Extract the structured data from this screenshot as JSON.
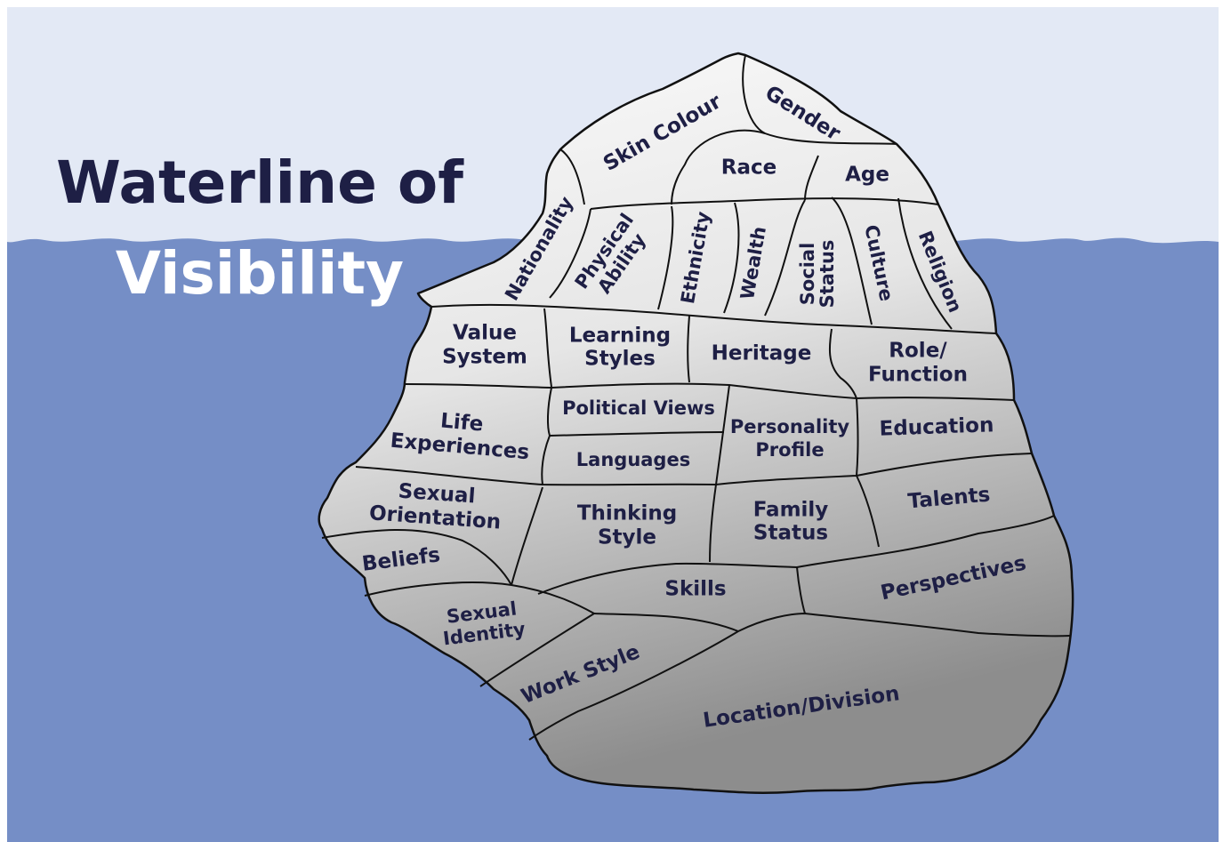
{
  "title": {
    "line1": "Waterline of",
    "line2": "Visibility"
  },
  "colors": {
    "sky": "#e3e9f5",
    "water": "#758ec6",
    "title_above_water": "#1e1f45",
    "title_below_water": "#ffffff",
    "label_text": "#1e1f45",
    "iceberg_light": "#fbfbfb",
    "iceberg_dark": "#8d8d8d",
    "outline": "#111111"
  },
  "iceberg": {
    "above_waterline": [
      "Skin Colour",
      "Gender",
      "Race",
      "Age",
      "Nationality",
      "Physical Ability",
      "Ethnicity",
      "Wealth",
      "Social Status",
      "Culture",
      "Religion"
    ],
    "below_waterline": [
      "Value System",
      "Learning Styles",
      "Heritage",
      "Role/ Function",
      "Political Views",
      "Life Experiences",
      "Personality Profile",
      "Education",
      "Languages",
      "Sexual Orientation",
      "Thinking Style",
      "Family Status",
      "Talents",
      "Beliefs",
      "Skills",
      "Perspectives",
      "Sexual Identity",
      "Work Style",
      "Location/Division"
    ]
  },
  "labels": {
    "skin_colour": "Skin Colour",
    "gender": "Gender",
    "race": "Race",
    "age": "Age",
    "nationality": "Nationality",
    "physical_1": "Physical",
    "physical_2": "Ability",
    "ethnicity": "Ethnicity",
    "wealth": "Wealth",
    "social_1": "Social",
    "social_2": "Status",
    "culture": "Culture",
    "religion": "Religion",
    "value_1": "Value",
    "value_2": "System",
    "learning_1": "Learning",
    "learning_2": "Styles",
    "heritage": "Heritage",
    "role_1": "Role/",
    "role_2": "Function",
    "political_views": "Political Views",
    "life_1": "Life",
    "life_2": "Experiences",
    "personality_1": "Personality",
    "personality_2": "Profile",
    "education": "Education",
    "languages": "Languages",
    "sexual_1": "Sexual",
    "sexual_2": "Orientation",
    "thinking_1": "Thinking",
    "thinking_2": "Style",
    "family_1": "Family",
    "family_2": "Status",
    "talents": "Talents",
    "beliefs": "Beliefs",
    "skills": "Skills",
    "perspectives": "Perspectives",
    "identity_1": "Sexual",
    "identity_2": "Identity",
    "work_style": "Work Style",
    "location": "Location/Division"
  }
}
